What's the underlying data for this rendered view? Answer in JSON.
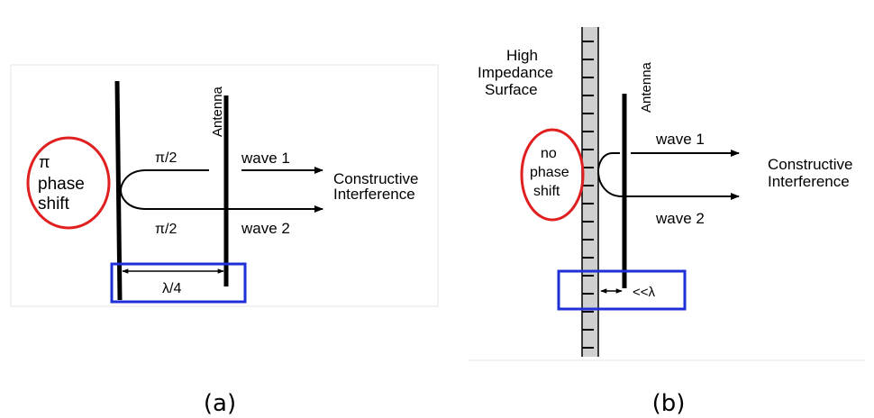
{
  "panel_a": {
    "pi_symbol": "π",
    "phase_word": "phase",
    "shift_word": "shift",
    "half_pi_top": "π/2",
    "half_pi_bottom": "π/2",
    "antenna": "Antenna",
    "wave1": "wave 1",
    "wave2": "wave 2",
    "constructive": "Constructive",
    "interference": "Interference",
    "distance": "λ/4",
    "caption": "(a)"
  },
  "panel_b": {
    "surface_line1": "High",
    "surface_line2": "Impedance",
    "surface_line3": "Surface",
    "antenna": "Antenna",
    "no_word": "no",
    "phase_word": "phase",
    "shift_word": "shift",
    "wave1": "wave 1",
    "wave2": "wave 2",
    "constructive": "Constructive",
    "interference": "Interference",
    "distance": "<<λ",
    "caption": "(b)"
  },
  "colors": {
    "circle": "#e02020",
    "box": "#1f2fd6",
    "surface": "#d0d0d0",
    "ink": "#000000"
  }
}
